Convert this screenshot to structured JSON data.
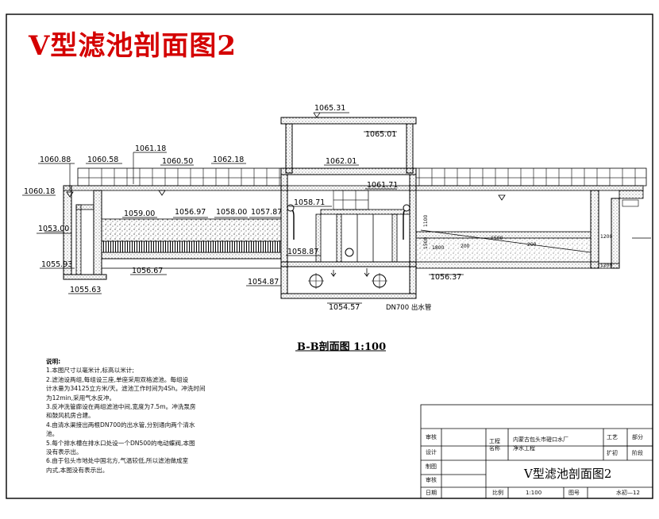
{
  "title": "V型滤池剖面图2",
  "section_caption": "B-B剖面图 1:100",
  "elevations": {
    "roof_top": "1065.31",
    "roof_inner": "1065.01",
    "left_wall_top": "1060.88",
    "left_step": "1060.58",
    "upper_level": "1061.18",
    "inner_level": "1060.50",
    "channel_level": "1062.18",
    "center_top": "1062.01",
    "center_water": "1061.71",
    "left_water": "1060.18",
    "ground_left": "1053.00",
    "media_top": "1059.00",
    "media_mid1": "1056.97",
    "media_mid2": "1058.00",
    "media_right": "1057.87",
    "pipe_level": "1058.71",
    "gallery_level": "1058.87",
    "outer_left": "1055.93",
    "bottom_left": "1055.63",
    "bottom_slab": "1056.67",
    "sump_level": "1054.87",
    "sump_bottom": "1054.57",
    "right_bottom": "1056.37"
  },
  "dims": {
    "d1100": "1100",
    "d1500": "1500",
    "d1800": "1800",
    "d200a": "200",
    "d200b": "200",
    "d1200": "1200",
    "d1500b": "1500",
    "d1200b": "1200"
  },
  "pipe_label": "DN700 出水管",
  "notes": {
    "heading": "说明:",
    "lines": [
      "1.本图尺寸以毫米计,标高以米计;",
      "2.滤池设两组,每组设三座,单座采用双格滤池。每组设",
      "计水量为34125立方米/天。滤池工作时间为4Sh。冲洗时间",
      "为12min,采用气水反冲。",
      "3.反冲洗管廊设在两组滤池中间,宽度为7.5m。冲洗泵房",
      "和鼓风机房合建。",
      "4.由清水渠接出两根DN700的出水管,分别通向两个清水",
      "池。",
      "5.每个排水槽在排水口处设一个DN500的电动蝶阀,本图",
      "没有表示出。",
      "6.由于包头市地处中国北方,气温较低,所以滤池做成室",
      "内式,本图没有表示出。"
    ]
  },
  "title_block": {
    "label_review": "审核",
    "label_design": "设计",
    "label_drawn": "制图",
    "label_check": "审核",
    "label_date": "日期",
    "label_project": "工程\n名称",
    "project_name_1": "内蒙古包头市磴口水厂",
    "project_name_2": "净水工程",
    "label_craft": "工艺",
    "craft_value": "部分",
    "label_expand": "扩初",
    "expand_value": "阶段",
    "drawing_title": "V型滤池剖面图2",
    "label_scale": "比例",
    "scale_value": "1:100",
    "label_drawing_no": "图号",
    "drawing_no": "水初—12"
  }
}
